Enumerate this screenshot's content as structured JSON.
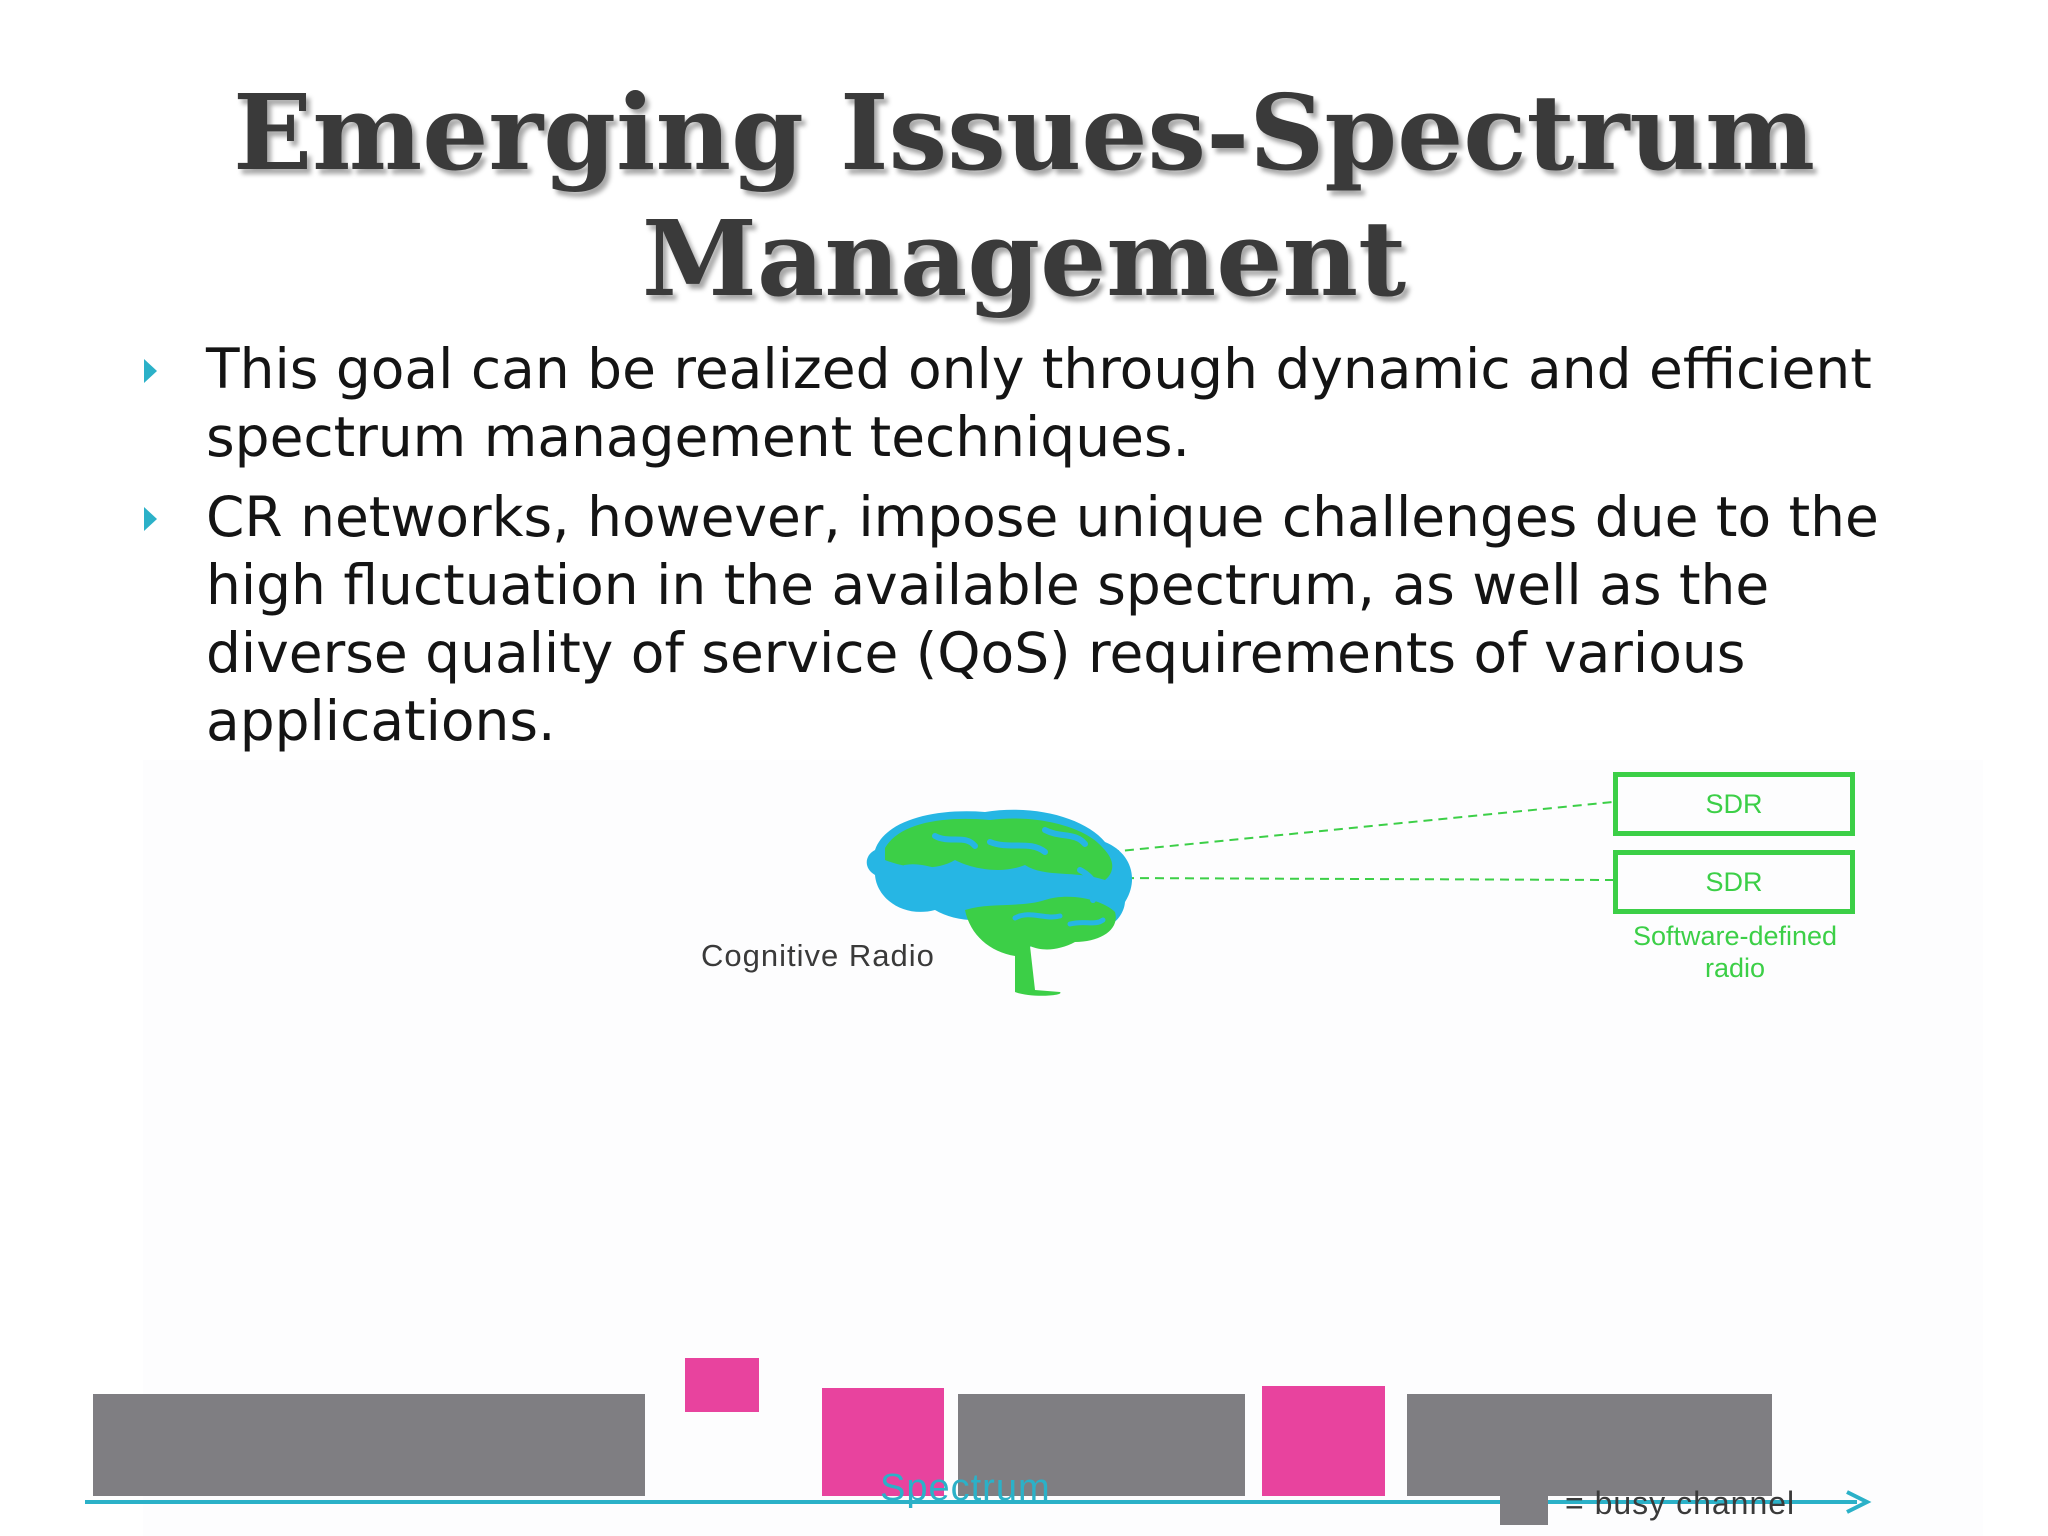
{
  "slide": {
    "title": "Emerging Issues-Spectrum Management",
    "bullets": [
      "This goal can be realized only through dynamic and efficient spectrum management techniques.",
      "CR networks, however, impose unique challenges due to the high fluctuation in the available spectrum, as well as the diverse quality of service (QoS) requirements of various applications."
    ]
  },
  "figure": {
    "cognitive_radio_label": "Cognitive Radio",
    "sdr_boxes": [
      "SDR",
      "SDR"
    ],
    "sdr_caption_line1": "Software-defined",
    "sdr_caption_line2": "radio",
    "spectrum_label": "Spectrum",
    "legend_text": "= busy channel",
    "colors": {
      "busy": "#7f7e82",
      "opportunity": "#e8439e",
      "axis": "#2bb1c8",
      "brain_green": "#3ccf47",
      "brain_blue": "#26b6e4",
      "accent": "#2bb1c8"
    },
    "icons": [
      "bullet-arrow-icon",
      "brain-icon",
      "spectrum-arrow-icon"
    ]
  }
}
